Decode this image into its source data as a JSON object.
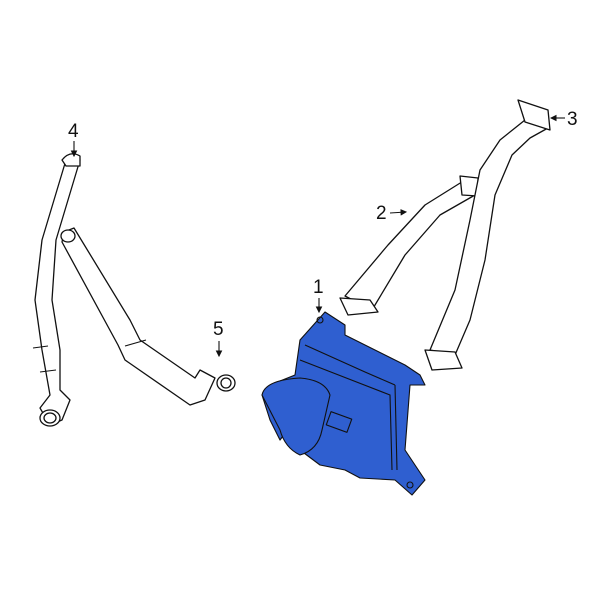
{
  "diagram": {
    "type": "exploded-parts-diagram",
    "highlight_color": "#2f5fd0",
    "callouts": [
      {
        "id": "1",
        "label": "1",
        "part": "cooler-assembly",
        "highlighted": true
      },
      {
        "id": "2",
        "label": "2",
        "part": "hose-upper-middle"
      },
      {
        "id": "3",
        "label": "3",
        "part": "hose-upper-right"
      },
      {
        "id": "4",
        "label": "4",
        "part": "hose-left"
      },
      {
        "id": "5",
        "label": "5",
        "part": "hose-middle-left"
      }
    ]
  }
}
